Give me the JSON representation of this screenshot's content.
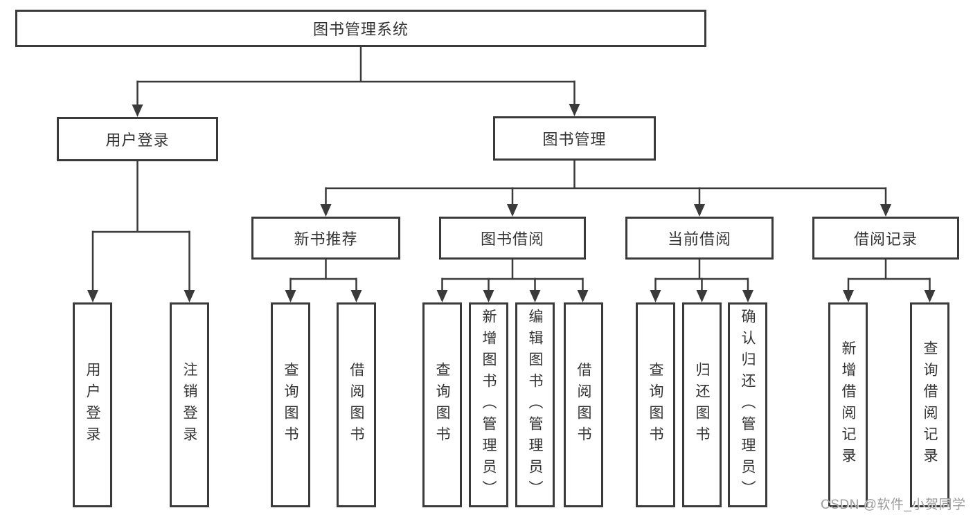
{
  "colors": {
    "line": "#3a3a3a",
    "text": "#333333",
    "watermark": "#9c9c9c",
    "background": "#ffffff"
  },
  "diagram": {
    "root": {
      "label": "图书管理系统"
    },
    "level2": [
      {
        "label": "用户登录"
      },
      {
        "label": "图书管理"
      }
    ],
    "level3": [
      {
        "label": "新书推荐"
      },
      {
        "label": "图书借阅"
      },
      {
        "label": "当前借阅"
      },
      {
        "label": "借阅记录"
      }
    ],
    "leaves": {
      "user_login": [
        {
          "label": "用户登录"
        },
        {
          "label": "注销登录"
        }
      ],
      "new_book_recommend": [
        {
          "label": "查询图书"
        },
        {
          "label": "借阅图书"
        }
      ],
      "book_borrow": [
        {
          "label": "查询图书"
        },
        {
          "label": "新增图书（管理员）"
        },
        {
          "label": "编辑图书（管理员）"
        },
        {
          "label": "借阅图书"
        }
      ],
      "current_borrow": [
        {
          "label": "查询图书"
        },
        {
          "label": "归还图书"
        },
        {
          "label": "确认归还（管理员）"
        }
      ],
      "borrow_records": [
        {
          "label": "新增借阅记录"
        },
        {
          "label": "查询借阅记录"
        }
      ]
    },
    "watermark": "CSDN @软件_小贺同学"
  }
}
